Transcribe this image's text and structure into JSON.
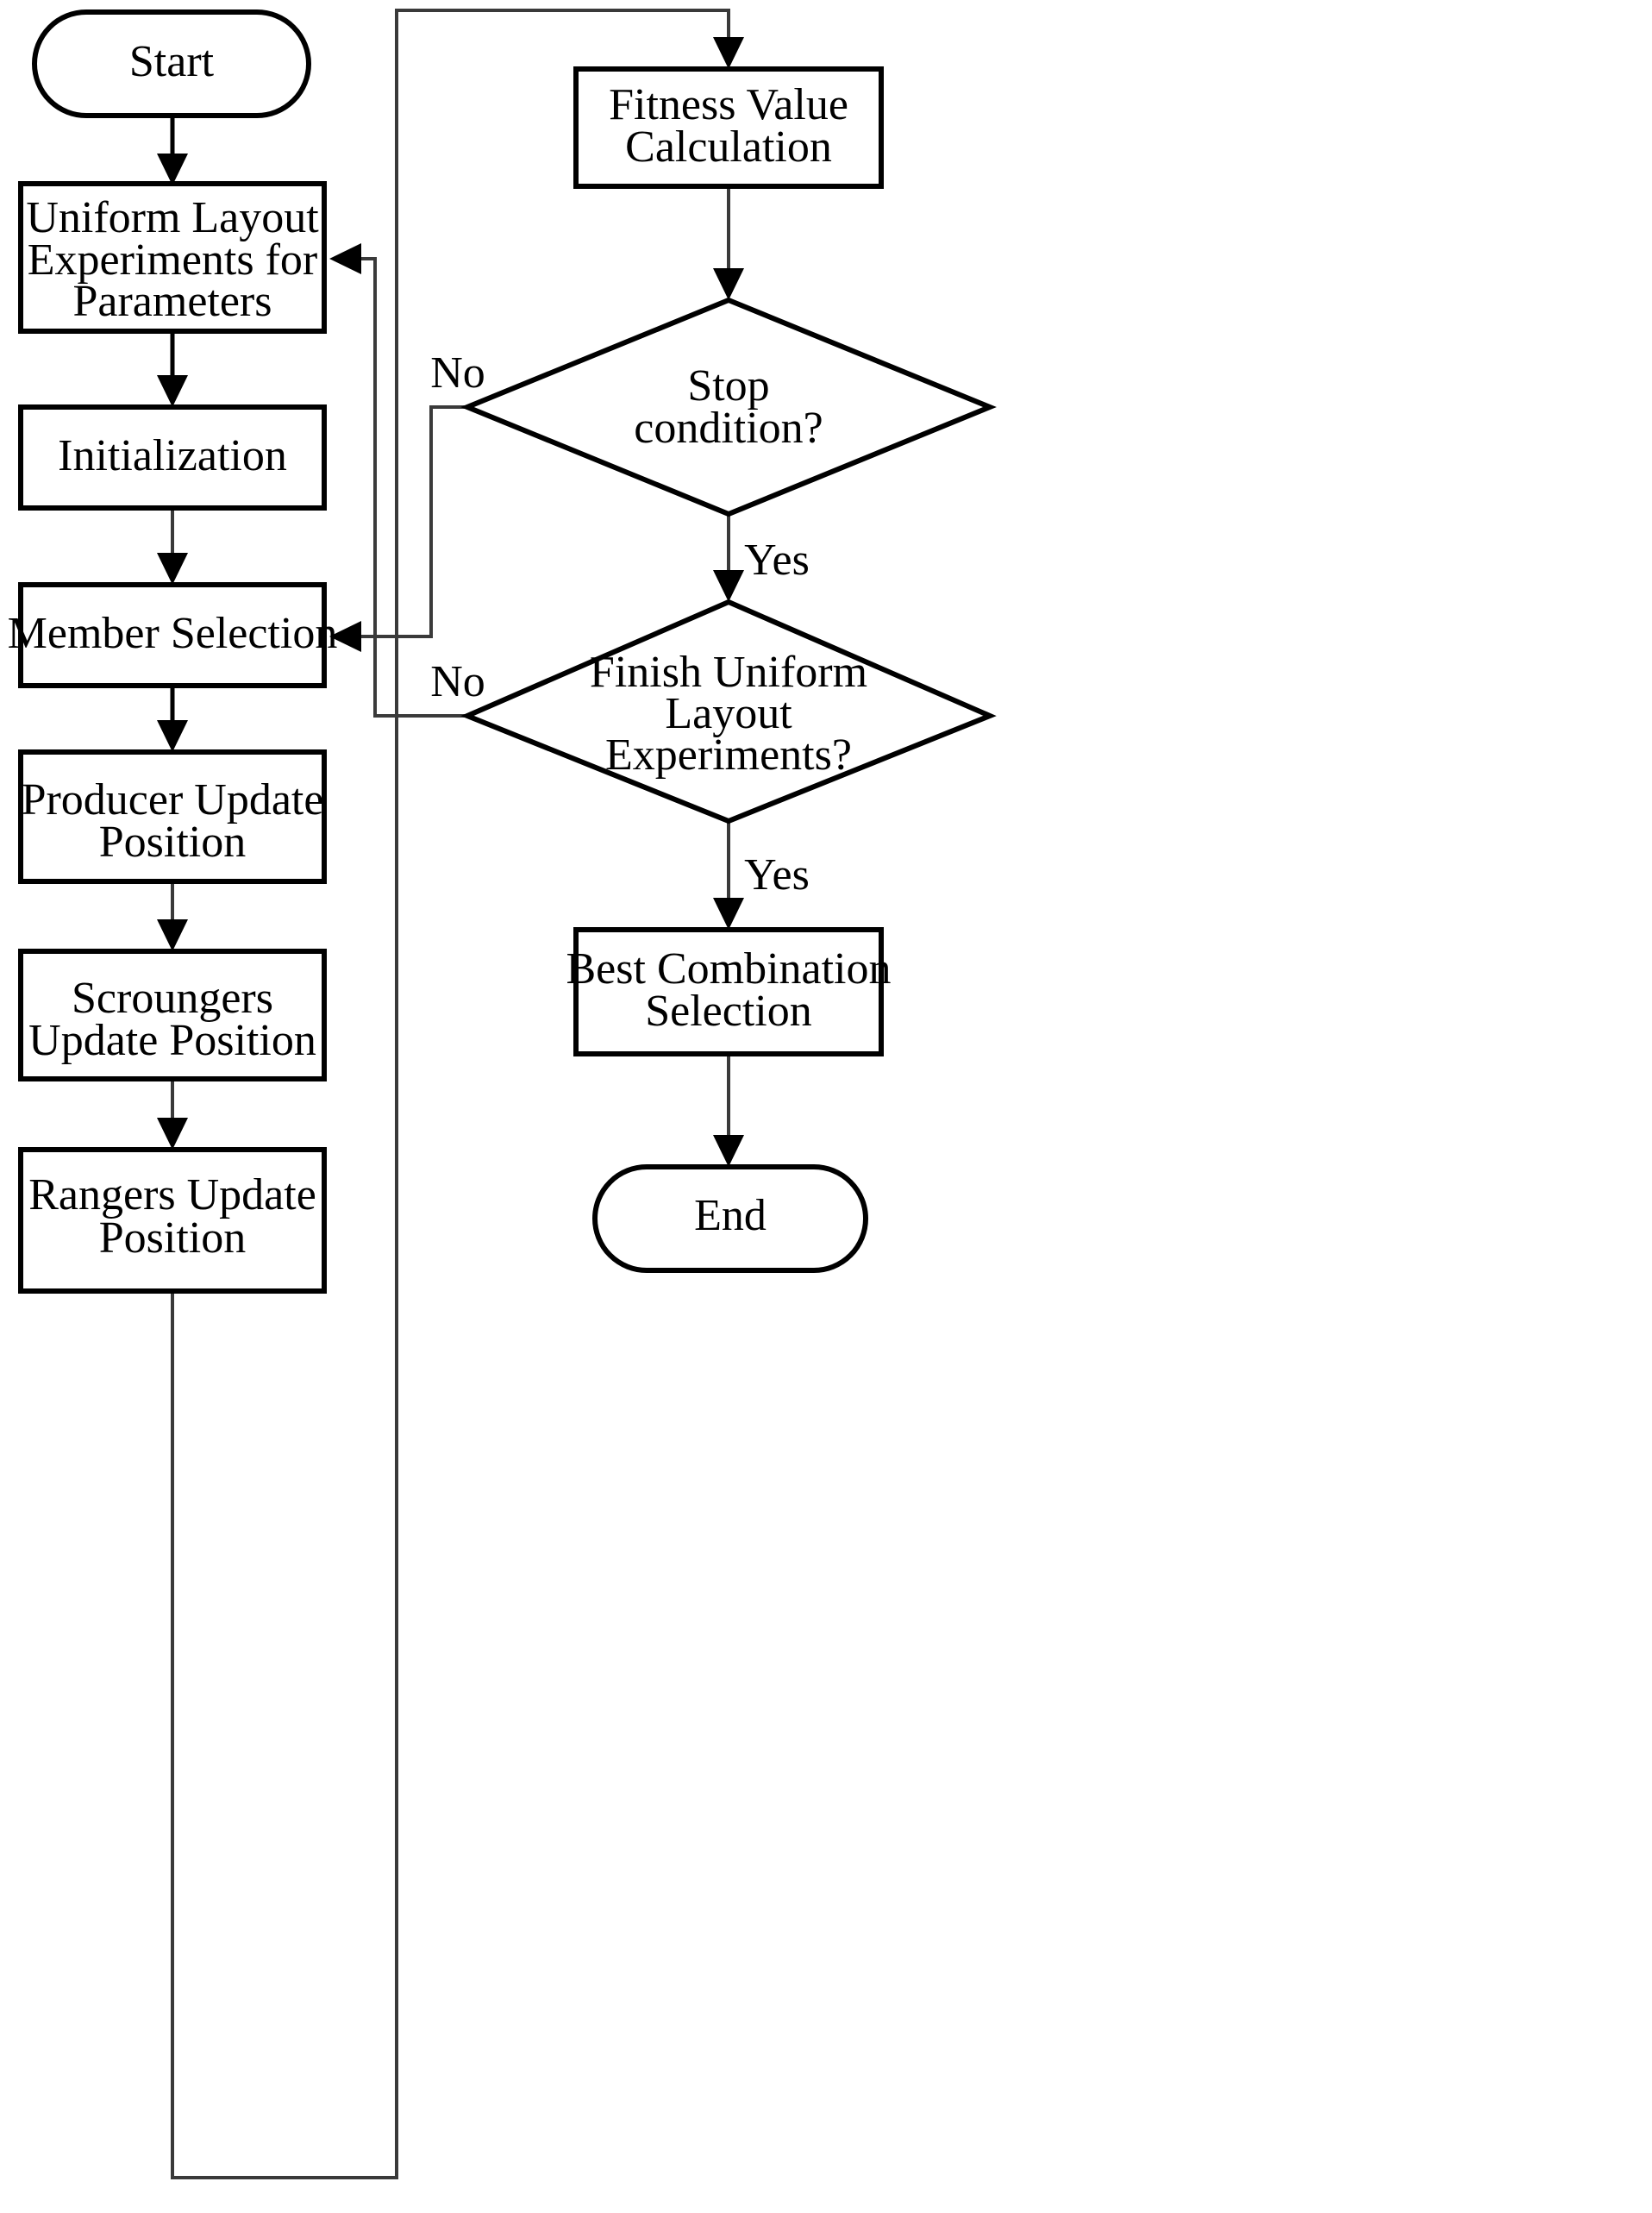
{
  "diagram": {
    "title": "Algorithm Flowchart",
    "colors": {
      "stroke": "#000000",
      "fill": "#ffffff",
      "thin_stroke": "#3a3a3a"
    },
    "nodes": {
      "start": {
        "label": "Start",
        "type": "terminator"
      },
      "uniform_layout": {
        "label_line1": "Uniform Layout",
        "label_line2": "Experiments for",
        "label_line3": "Parameters",
        "type": "process"
      },
      "initialization": {
        "label": "Initialization",
        "type": "process"
      },
      "member_selection": {
        "label": "Member Selection",
        "type": "process"
      },
      "producer_update": {
        "label_line1": "Producer Update",
        "label_line2": "Position",
        "type": "process"
      },
      "scroungers_update": {
        "label_line1": "Scroungers",
        "label_line2": "Update Position",
        "type": "process"
      },
      "rangers_update": {
        "label_line1": "Rangers Update",
        "label_line2": "Position",
        "type": "process"
      },
      "fitness_value": {
        "label_line1": "Fitness Value",
        "label_line2": "Calculation",
        "type": "process"
      },
      "stop_condition": {
        "label_line1": "Stop",
        "label_line2": "condition?",
        "type": "decision"
      },
      "finish_uniform": {
        "label_line1": "Finish Uniform",
        "label_line2": "Layout",
        "label_line3": "Experiments?",
        "type": "decision"
      },
      "best_combination": {
        "label_line1": "Best Combination",
        "label_line2": "Selection",
        "type": "process"
      },
      "end": {
        "label": "End",
        "type": "terminator"
      }
    },
    "edge_labels": {
      "stop_no": "No",
      "stop_yes": "Yes",
      "finish_no": "No",
      "finish_yes": "Yes"
    }
  }
}
